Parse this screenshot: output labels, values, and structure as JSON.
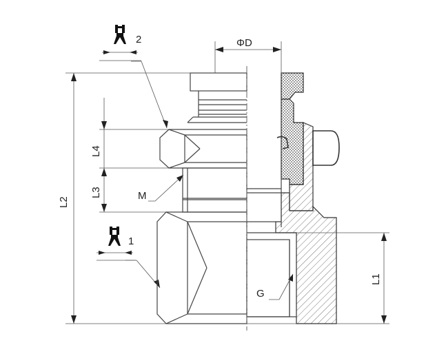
{
  "drawing": {
    "labels": {
      "diameter": "ΦD",
      "l1": "L1",
      "l2": "L2",
      "l3": "L3",
      "l4": "L4",
      "thread_m": "M",
      "thread_g": "G",
      "wrench_top": "2",
      "wrench_bottom": "1"
    },
    "colors": {
      "line": "#444444",
      "hatch": "#666666",
      "background": "#ffffff"
    },
    "icons": [
      "wrench-icon",
      "wrench-icon"
    ]
  }
}
